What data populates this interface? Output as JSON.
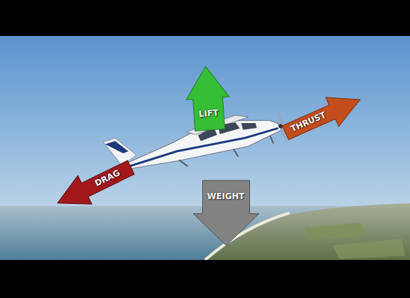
{
  "diagram": {
    "nodes": [
      {
        "text": [
          "LIFT"
        ]
      },
      {
        "text": [
          "THRUST"
        ]
      },
      {
        "text": [
          "DRAG"
        ]
      },
      {
        "text": [
          "WEIGHT"
        ]
      }
    ],
    "edges": []
  }
}
